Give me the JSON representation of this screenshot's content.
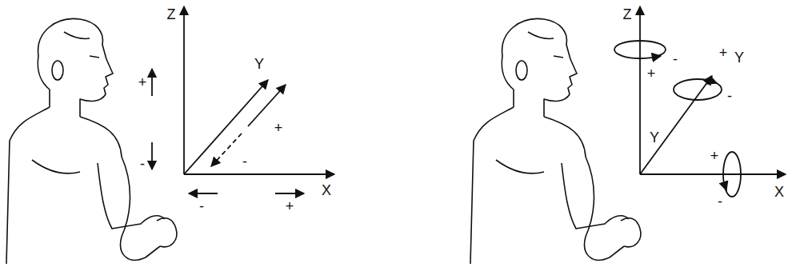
{
  "diagram": {
    "labels": [
      "Z",
      "+",
      "Y",
      "+",
      "-",
      "-",
      "-",
      "+",
      "X",
      "Z",
      "-",
      "+",
      "+",
      "Y",
      "-",
      "Y",
      "+",
      "-",
      "X"
    ]
  }
}
